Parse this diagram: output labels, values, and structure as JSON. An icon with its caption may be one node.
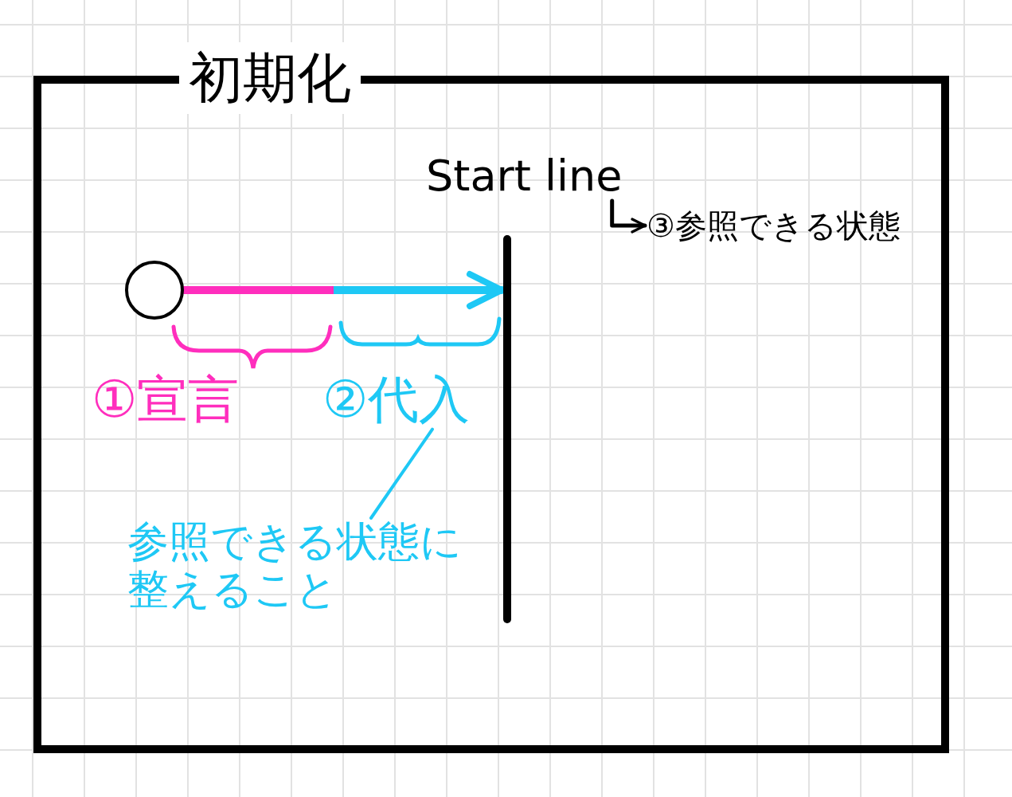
{
  "diagram": {
    "nodes": [
      {
        "text": [
          "初期化"
        ]
      },
      {
        "text": [],
        "shape": "circle",
        "in": 0
      },
      {
        "text": [],
        "shape": "bar",
        "in": 0
      },
      {
        "text": [
          "Start line"
        ],
        "in": 0
      },
      {
        "text": [
          "③参照できる状態"
        ],
        "in": 0
      },
      {
        "text": [
          "②代入"
        ],
        "in": 0
      },
      {
        "text": [
          "参照できる状態に整えること"
        ],
        "in": 0
      }
    ],
    "edges": [
      {
        "from": 1,
        "to": 2,
        "arrow": "to"
      },
      {
        "from": 3,
        "to": 4,
        "arrow": "to"
      },
      {
        "from": 6,
        "to": 5,
        "arrow": "none",
        "color": "#1ec8f5"
      }
    ],
    "labels": [
      "①宣言"
    ]
  }
}
